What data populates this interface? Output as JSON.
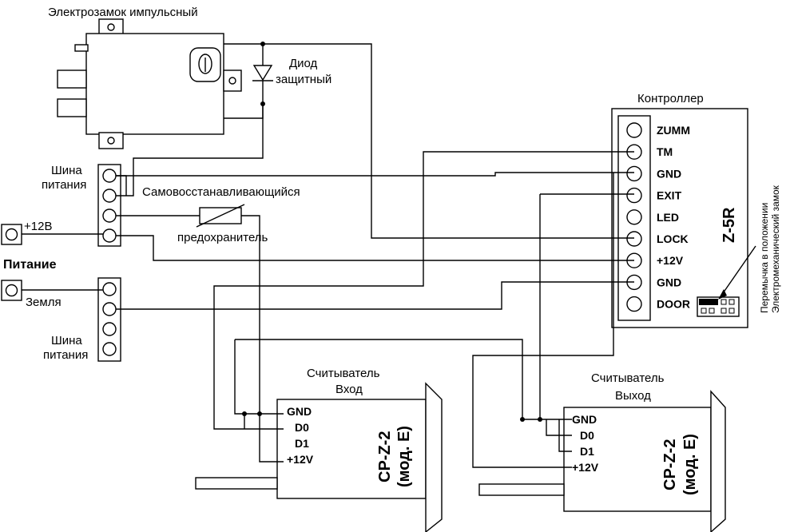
{
  "lock": {
    "title": "Электрозамок импульсный"
  },
  "diode": {
    "line1": "Диод",
    "line2": "защитный"
  },
  "bus_top": {
    "line1": "Шина",
    "line2": "питания"
  },
  "bus_bottom": {
    "line1": "Шина",
    "line2": "питания"
  },
  "fuse": {
    "line1": "Самовосстанавливающийся",
    "line2": "предохранитель"
  },
  "power": {
    "title": "Питание",
    "plus": "+12В",
    "ground": "Земля"
  },
  "controller": {
    "title": "Контроллер",
    "model": "Z-5R",
    "pins": [
      "ZUMM",
      "TM",
      "GND",
      "EXIT",
      "LED",
      "LOCK",
      "+12V",
      "GND",
      "DOOR"
    ],
    "jumper_note_line1": "Перемычка в положении",
    "jumper_note_line2": "Электромеханический замок"
  },
  "reader_in": {
    "title_line1": "Считыватель",
    "title_line2": "Вход",
    "pins": [
      "GND",
      "D0",
      "D1",
      "+12V"
    ],
    "model_line1": "CP-Z-2",
    "model_line2": "(мод. Е)"
  },
  "reader_out": {
    "title_line1": "Считыватель",
    "title_line2": "Выход",
    "pins": [
      "GND",
      "D0",
      "D1",
      "+12V"
    ],
    "model_line1": "CP-Z-2",
    "model_line2": "(мод. Е)"
  }
}
